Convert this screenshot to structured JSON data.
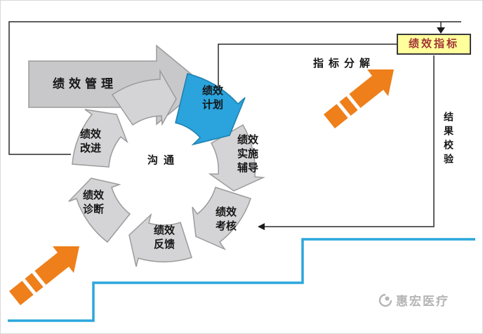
{
  "diagram": {
    "title_arrow": "绩效管理",
    "center_label": "沟通",
    "cycle": [
      {
        "id": "plan",
        "label": "绩效计划"
      },
      {
        "id": "coaching",
        "label": "绩效实施辅导"
      },
      {
        "id": "assessment",
        "label": "绩效考核"
      },
      {
        "id": "feedback",
        "label": "绩效反馈"
      },
      {
        "id": "diagnosis",
        "label": "绩效诊断"
      },
      {
        "id": "improvement",
        "label": "绩效改进"
      }
    ],
    "annotations": {
      "indicator_decompose": "指标分解",
      "indicator_box": "绩效指标",
      "result_check": "结果校验"
    },
    "watermark": {
      "text": "惠宏医疗"
    },
    "colors": {
      "plan_blue": "#2BA3DC",
      "arrow_orange": "#EE7F1A",
      "indicator_yellow": "#FFFF9C",
      "stair_blue": "#2BA7DB",
      "segment_gray": "#D4D4D6"
    }
  }
}
